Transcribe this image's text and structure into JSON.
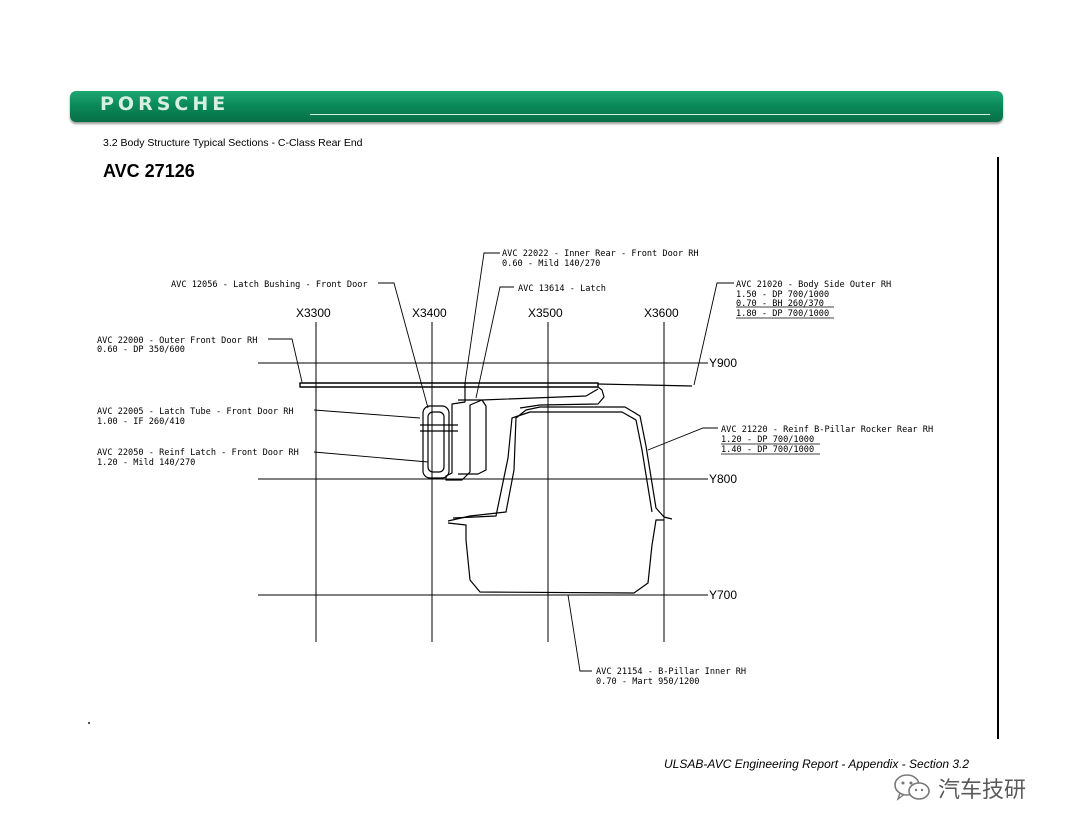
{
  "header": {
    "brand": "PORSCHE"
  },
  "section_title": "3.2  Body Structure Typical Sections - C-Class Rear End",
  "avc_title": "AVC 27126",
  "grid": {
    "x_labels": [
      "X3300",
      "X3400",
      "X3500",
      "X3600"
    ],
    "y_labels": [
      "Y900",
      "Y800",
      "Y700"
    ]
  },
  "callouts": {
    "outer_front_door": {
      "l1": "AVC 22000 - Outer Front Door RH",
      "l2": "0.60 - DP 350/600"
    },
    "latch_bushing": {
      "l1": "AVC 12056 - Latch Bushing - Front Door"
    },
    "inner_rear": {
      "l1": "AVC 22022 - Inner Rear - Front Door RH",
      "l2": "0.60 - Mild 140/270"
    },
    "latch": {
      "l1": "AVC 13614 - Latch"
    },
    "body_side_outer": {
      "l1": "AVC 21020 - Body Side Outer RH",
      "l2": "1.50 - DP 700/1000",
      "l3": "0.70 - BH 260/370",
      "l4": "1.80 - DP 700/1000"
    },
    "latch_tube": {
      "l1": "AVC 22005 - Latch Tube - Front Door RH",
      "l2": "1.00 - IF 260/410"
    },
    "reinf_latch": {
      "l1": "AVC 22050 - Reinf Latch - Front Door RH",
      "l2": "1.20 - Mild 140/270"
    },
    "reinf_bpillar": {
      "l1": "AVC 21220 - Reinf B-Pillar Rocker Rear RH",
      "l2": "1.20 - DP 700/1000",
      "l3": "1.40 - DP 700/1000"
    },
    "bpillar_inner": {
      "l1": "AVC 21154 - B-Pillar Inner RH",
      "l2": "0.70 - Mart 950/1200"
    }
  },
  "footer": "ULSAB-AVC Engineering Report - Appendix - Section 3.2",
  "watermark": {
    "text": "汽车技研",
    "icon": "wechat-icon"
  }
}
